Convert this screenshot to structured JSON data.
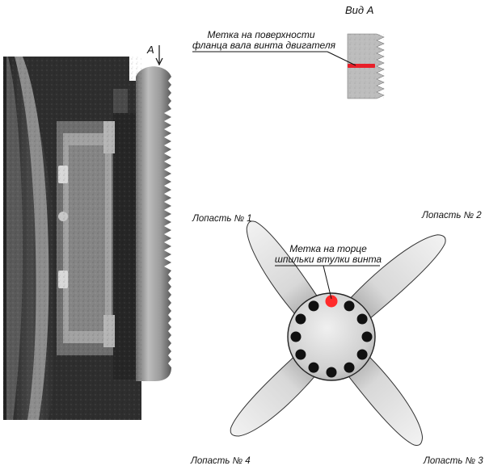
{
  "photo": {
    "arrow_label": "A"
  },
  "view_a": {
    "title": "Вид А",
    "mark_caption_line1": "Метка на поверхности",
    "mark_caption_line2": "фланца вала винта двигателя",
    "mark_color": "#e8202a"
  },
  "hub": {
    "mark_caption_line1": "Метка на торце",
    "mark_caption_line2": "шпильки втулки винта",
    "mark_color": "#ff2a2a",
    "stud_color": "#111111"
  },
  "blades": [
    {
      "label": "Лопасть № 1"
    },
    {
      "label": "Лопасть № 2"
    },
    {
      "label": "Лопасть № 3"
    },
    {
      "label": "Лопасть № 4"
    }
  ]
}
